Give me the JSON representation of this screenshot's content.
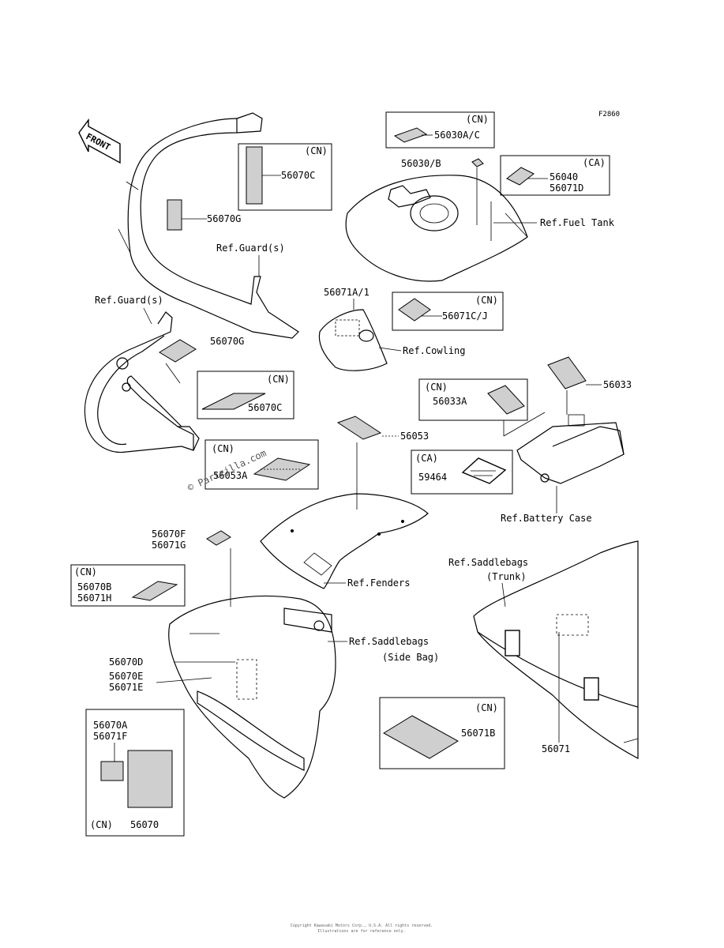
{
  "figure_code": "F2860",
  "front_label": "FRONT",
  "watermark": "© Partzilla.com",
  "footer_line1": "Copyright Kawasaki Motors Corp., U.S.A. All rights reserved.",
  "footer_line2": "Illustrations are for reference only.",
  "cn": "(CN)",
  "ca": "(CA)",
  "labels": {
    "p56030ac": "56030A/C",
    "p56030b": "56030/B",
    "p56040": "56040",
    "p56071d": "56071D",
    "p56070c_top": "56070C",
    "p56070g_top": "56070G",
    "p56070g_mid": "56070G",
    "p56071a1": "56071A/1",
    "p56071cj": "56071C/J",
    "p56070c_mid": "56070C",
    "p56053": "56053",
    "p56053a": "56053A",
    "p56033": "56033",
    "p56033a": "56033A",
    "p59464": "59464",
    "p56070f": "56070F",
    "p56071g": "56071G",
    "p56070b": "56070B",
    "p56071h": "56071H",
    "p56070d": "56070D",
    "p56070e": "56070E",
    "p56071e": "56071E",
    "p56070a": "56070A",
    "p56071f": "56071F",
    "p56070": "56070",
    "p56071b": "56071B",
    "p56071": "56071"
  },
  "refs": {
    "fuel_tank": "Ref.Fuel Tank",
    "guard_upper": "Ref.Guard(s)",
    "guard_lower": "Ref.Guard(s)",
    "cowling": "Ref.Cowling",
    "battery_case": "Ref.Battery Case",
    "fenders": "Ref.Fenders",
    "saddlebags_trunk_1": "Ref.Saddlebags",
    "saddlebags_trunk_2": "(Trunk)",
    "saddlebags_side_1": "Ref.Saddlebags",
    "saddlebags_side_2": "(Side Bag)"
  }
}
